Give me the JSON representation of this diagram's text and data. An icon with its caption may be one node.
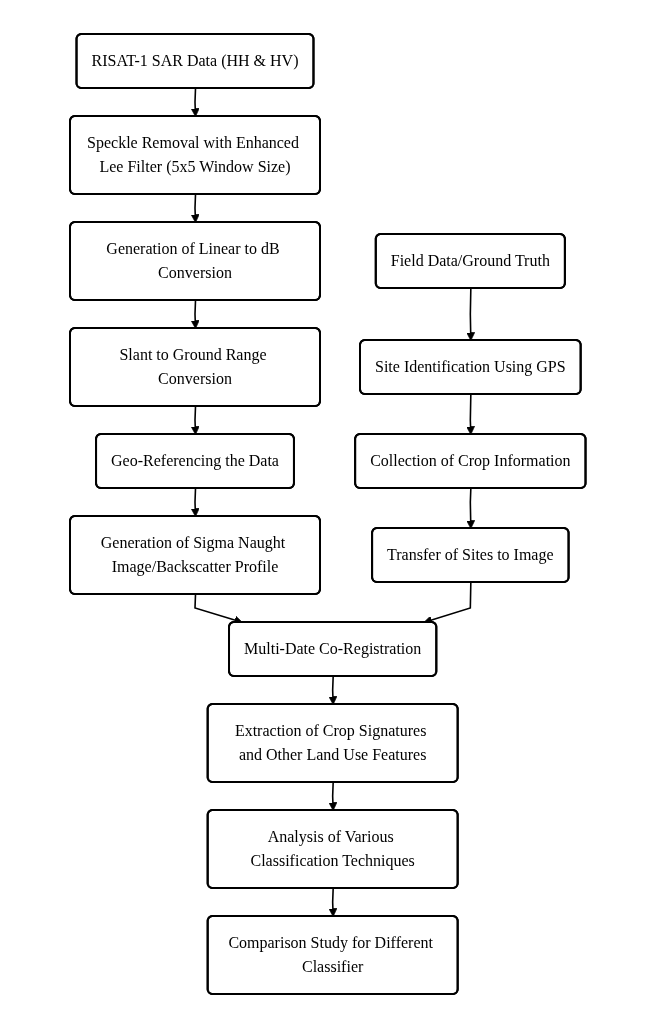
{
  "diagram": {
    "nodes": [
      {
        "text": [
          "RISAT-1 SAR Data (HH & HV)"
        ]
      },
      {
        "text": [
          "Speckle Removal with Enhanced Lee Filter (5x5 Window Size)"
        ]
      },
      {
        "text": [
          "Generation of Linear to dB Conversion"
        ]
      },
      {
        "text": [
          "Slant to Ground Range Conversion"
        ]
      },
      {
        "text": [
          "Geo-Referencing the Data"
        ]
      },
      {
        "text": [
          "Generation of Sigma Naught Image/Backscatter Profile"
        ]
      },
      {
        "text": [
          "Multi-Date Co-Registration"
        ]
      },
      {
        "text": [
          "Extraction of Crop Signatures and Other Land Use Features"
        ]
      },
      {
        "text": [
          "Analysis of Various Classification Techniques"
        ]
      },
      {
        "text": [
          "Comparison Study for Different Classifier"
        ]
      },
      {
        "text": [
          "Field Data/Ground Truth"
        ]
      },
      {
        "text": [
          "Site Identification Using GPS"
        ]
      },
      {
        "text": [
          "Collection of Crop Information"
        ]
      },
      {
        "text": [
          "Transfer of Sites to Image"
        ]
      }
    ],
    "edges": [
      {
        "from": 0,
        "to": 1,
        "arrow": "to"
      },
      {
        "from": 1,
        "to": 2,
        "arrow": "to"
      },
      {
        "from": 2,
        "to": 3,
        "arrow": "to"
      },
      {
        "from": 3,
        "to": 4,
        "arrow": "to"
      },
      {
        "from": 4,
        "to": 5,
        "arrow": "to"
      },
      {
        "from": 5,
        "to": 6,
        "arrow": "to"
      },
      {
        "from": 6,
        "to": 7,
        "arrow": "to"
      },
      {
        "from": 7,
        "to": 8,
        "arrow": "to"
      },
      {
        "from": 8,
        "to": 9,
        "arrow": "to"
      },
      {
        "from": 10,
        "to": 11,
        "arrow": "to"
      },
      {
        "from": 11,
        "to": 12,
        "arrow": "to"
      },
      {
        "from": 12,
        "to": 13,
        "arrow": "to"
      },
      {
        "from": 13,
        "to": 6,
        "arrow": "to"
      }
    ]
  }
}
